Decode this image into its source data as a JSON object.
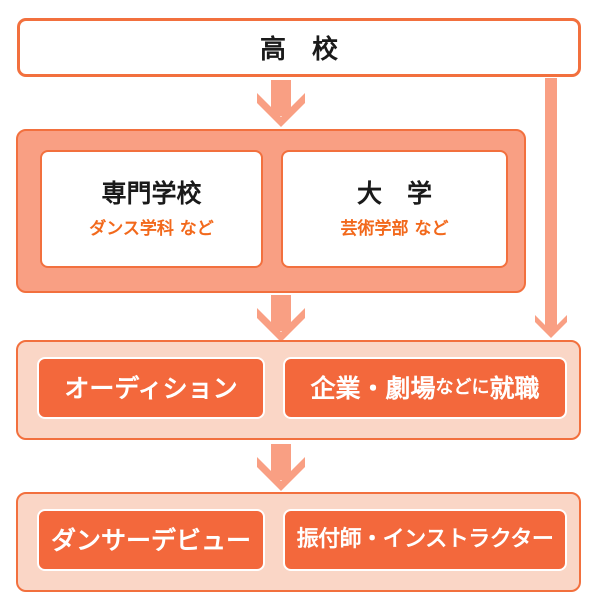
{
  "palette": {
    "border_orange": "#F2703E",
    "salmon": "#F99F83",
    "pale_peach": "#FAD6C6",
    "box_orange": "#F3683C",
    "subtitle_orange": "#F2691C",
    "text_black": "#1A1A1A",
    "white": "#FFFFFF"
  },
  "flowchart": {
    "title_box": {
      "label": "高　校"
    },
    "education": {
      "vocational": {
        "title": "専門学校",
        "subtitle": "ダンス学科 など"
      },
      "university": {
        "title": "大　学",
        "subtitle": "芸術学部 など"
      }
    },
    "career_entry": {
      "audition": {
        "label": "オーディション"
      },
      "employment": {
        "label_main_1": "企業・劇場",
        "label_small": "などに",
        "label_main_2": "就職"
      }
    },
    "outcome": {
      "dancer": {
        "label": "ダンサーデビュー"
      },
      "choreographer": {
        "label": "振付師・インストラクター"
      }
    }
  }
}
